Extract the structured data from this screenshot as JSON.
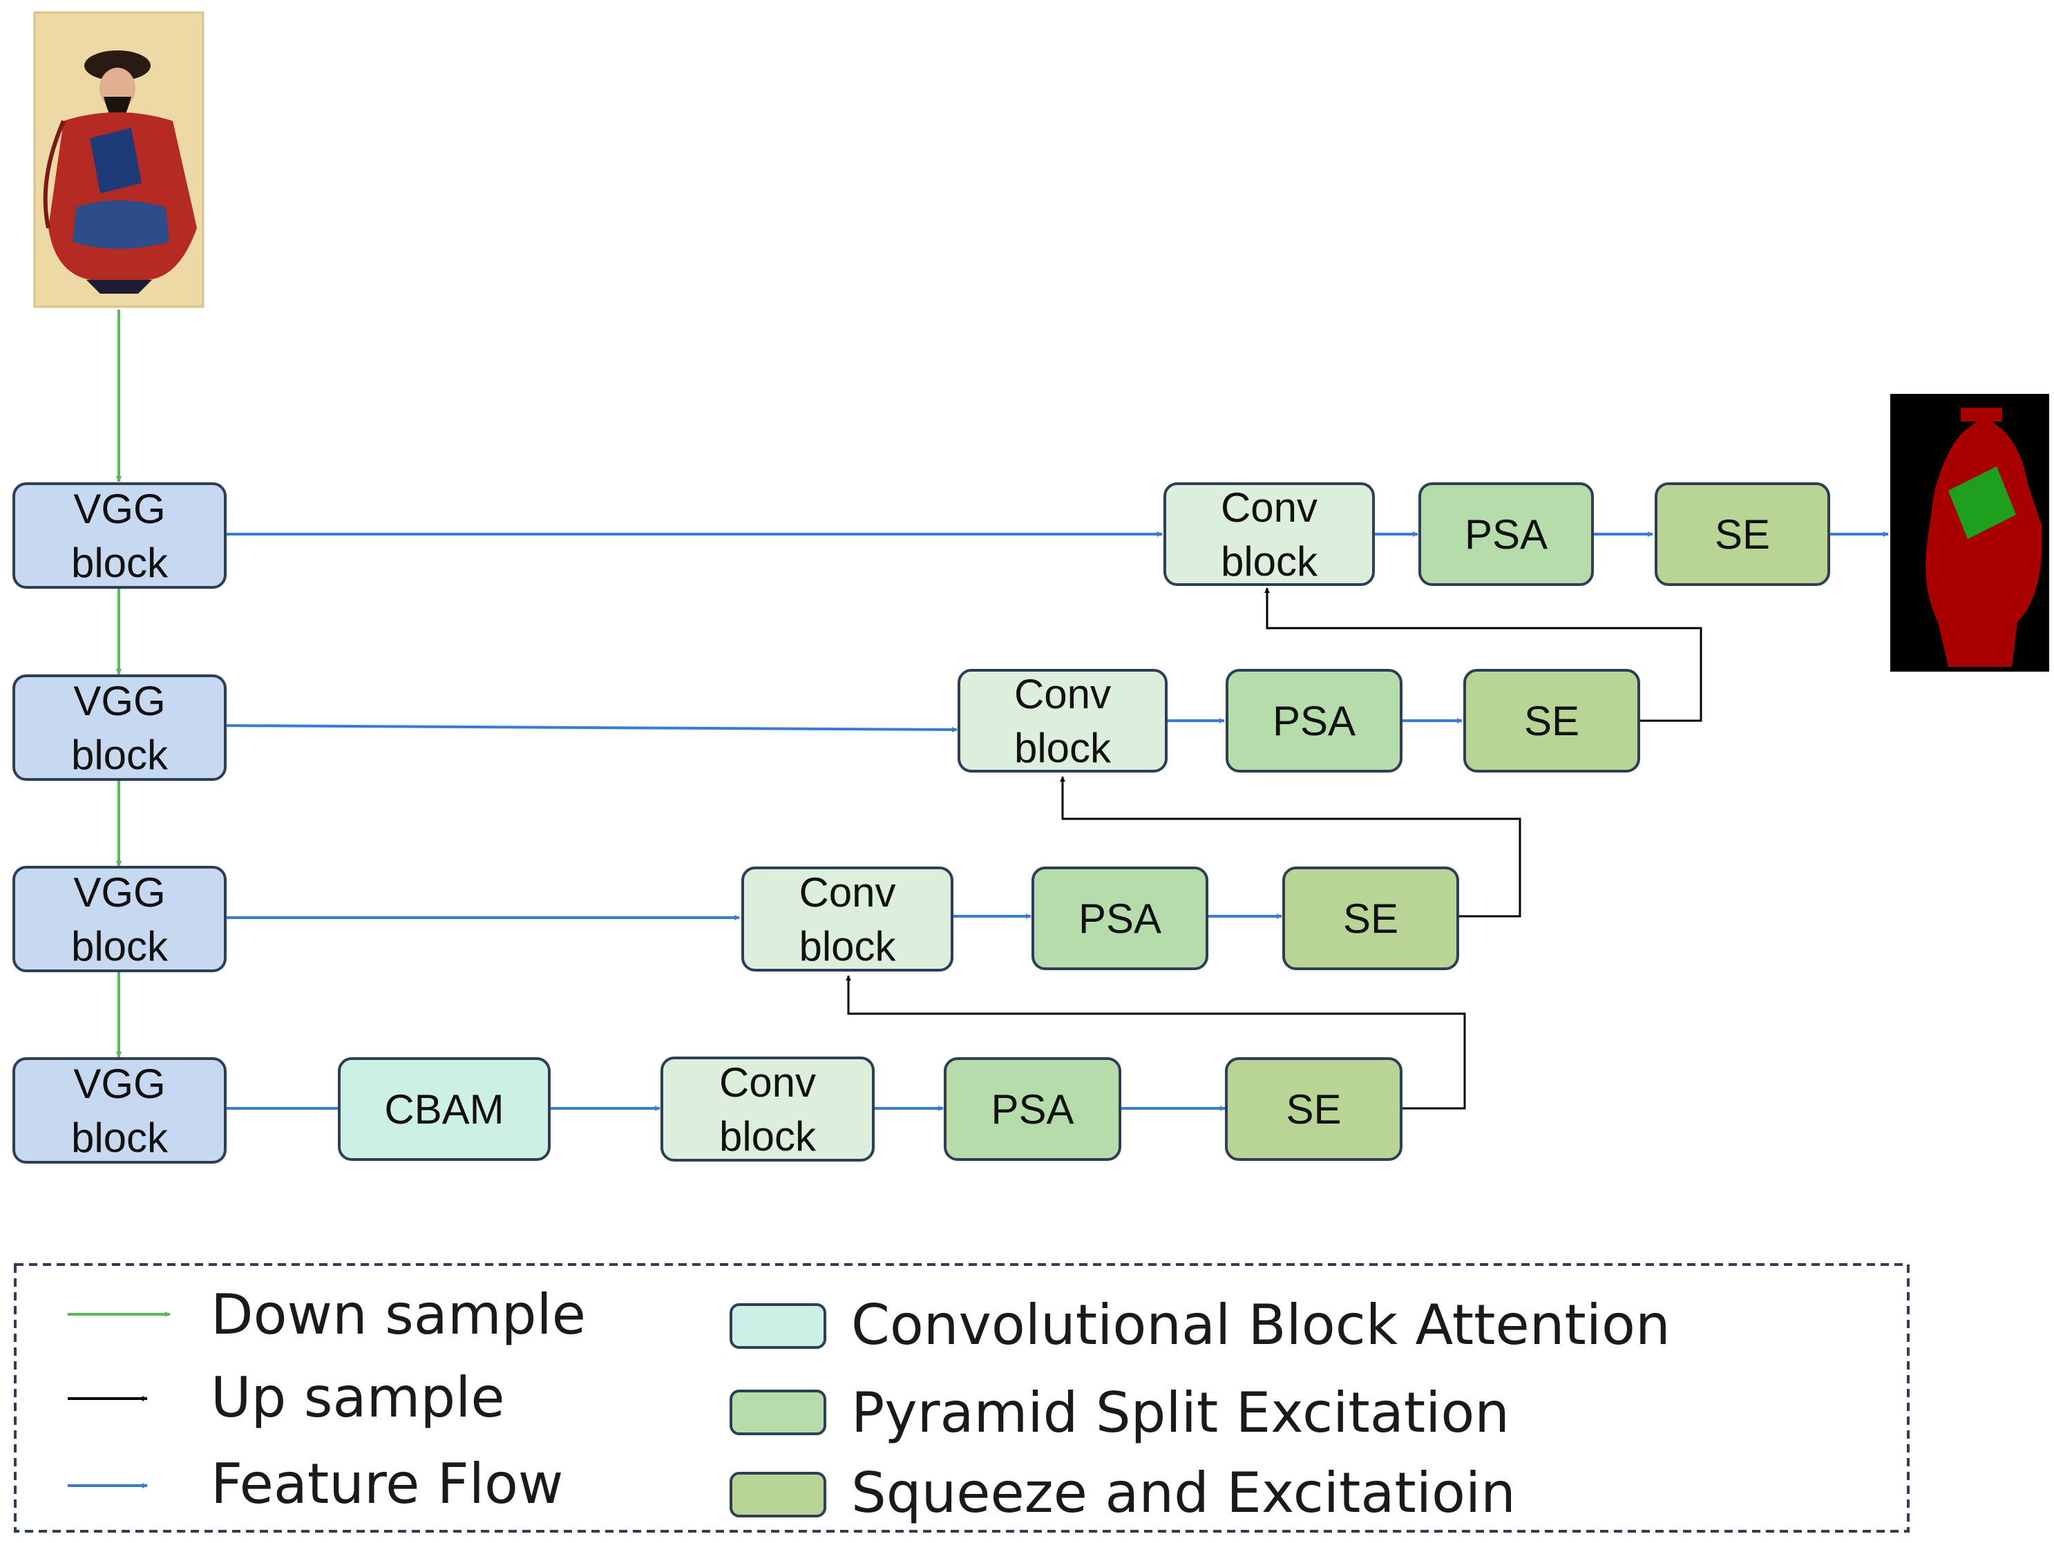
{
  "colors": {
    "vgg": "#c6d9f1",
    "cbam": "#cdf0e6",
    "conv": "#dcefdc",
    "psa": "#b5dcaa",
    "se": "#b9d595",
    "border": "#2d3e56",
    "down": "#5cb85c",
    "up": "#000000",
    "flow": "#3a7bd5"
  },
  "blocks": {
    "vgg": [
      "VGG",
      "block"
    ],
    "conv": [
      "Conv",
      "block"
    ],
    "cbam": "CBAM",
    "psa": "PSA",
    "se": "SE"
  },
  "legend": {
    "down": "Down sample",
    "up": "Up sample",
    "flow": "Feature Flow",
    "cbam": "Convolutional Block Attention",
    "psa": "Pyramid Split Excitation",
    "se": "Squeeze and Excitatioin"
  },
  "images": {
    "input": "painting-thumbnail-icon",
    "output": "segmentation-mask-icon"
  }
}
